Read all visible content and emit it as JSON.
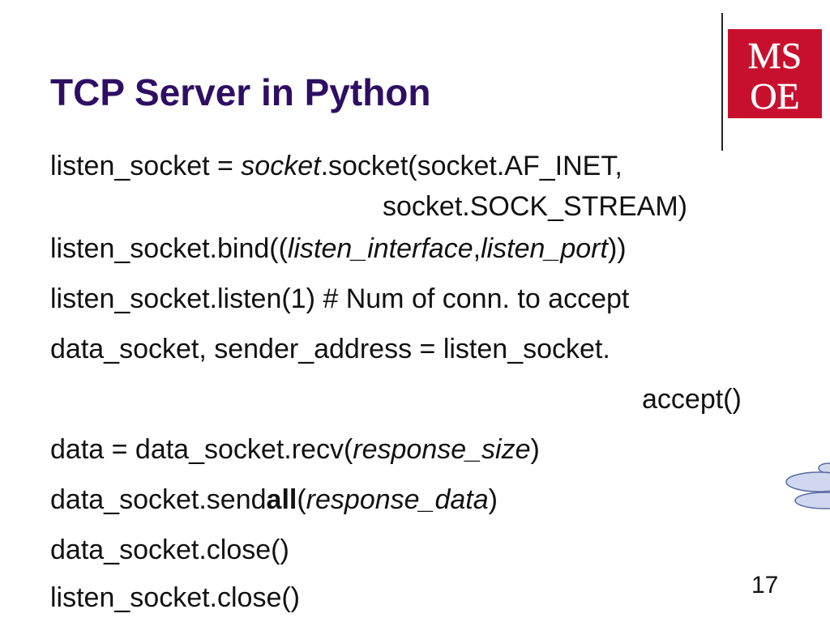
{
  "slide": {
    "title": "TCP Server in Python",
    "page_number": "17",
    "logo": {
      "text": "MSOE",
      "color": "#c8102e"
    }
  },
  "code": {
    "line1": {
      "a": "listen_socket = ",
      "b": "socket",
      "c": ".socket(socket.AF_INET,"
    },
    "line2": {
      "a": "socket.SOCK_STREAM)"
    },
    "line3": {
      "a": "listen_socket.bind((",
      "b": "listen_interface",
      "c": ",",
      "d": "listen_port",
      "e": "))"
    },
    "line4": {
      "a": "listen_socket.listen(1) # Num of conn. to accept"
    },
    "line5": {
      "a": "data_socket, sender_address = listen_socket."
    },
    "line6": {
      "a": "accept()"
    },
    "line7": {
      "a": "data = data_socket.recv(",
      "b": "response_size",
      "c": ")"
    },
    "line8": {
      "a": "data_socket.send",
      "b": "all",
      "c": "(",
      "d": "response_data",
      "e": ")"
    },
    "line9": {
      "a": "data_socket.close()"
    },
    "line10": {
      "a": "listen_socket.close()"
    }
  }
}
